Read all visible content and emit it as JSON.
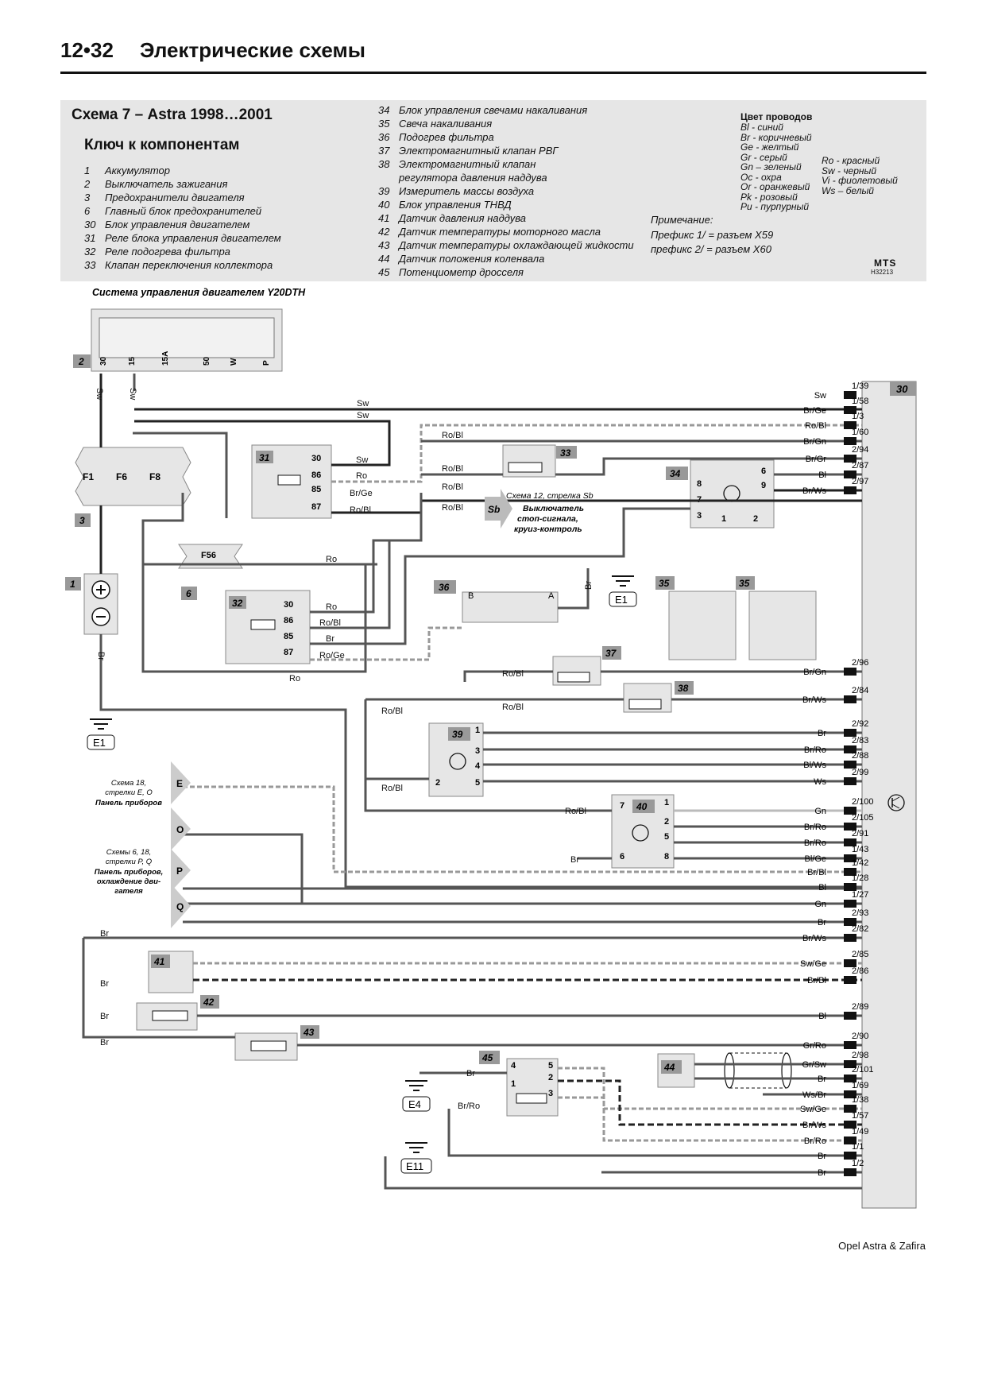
{
  "header": {
    "page_number": "12•32",
    "title": "Электрические схемы"
  },
  "key": {
    "scheme_title": "Схема 7 – Astra 1998…2001",
    "key_title": "Ключ к компонентам",
    "components_left": [
      {
        "num": "1",
        "label": "Аккумулятор"
      },
      {
        "num": "2",
        "label": "Выключатель зажигания"
      },
      {
        "num": "3",
        "label": "Предохранители двигателя"
      },
      {
        "num": "6",
        "label": "Главный блок предохранителей"
      },
      {
        "num": "30",
        "label": "Блок управления двигателем"
      },
      {
        "num": "31",
        "label": "Реле блока управления двигателем"
      },
      {
        "num": "32",
        "label": "Реле подогрева фильтра"
      },
      {
        "num": "33",
        "label": "Клапан переключения коллектора"
      }
    ],
    "components_right": [
      {
        "num": "34",
        "label": "Блок управления свечами накаливания"
      },
      {
        "num": "35",
        "label": "Свеча накаливания"
      },
      {
        "num": "36",
        "label": "Подогрев фильтра"
      },
      {
        "num": "37",
        "label": "Электромагнитный клапан РВГ"
      },
      {
        "num": "38",
        "label": "Электромагнитный клапан"
      },
      {
        "num": "",
        "label": "регулятора давления наддува"
      },
      {
        "num": "39",
        "label": "Измеритель массы воздуха"
      },
      {
        "num": "40",
        "label": "Блок управления ТНВД"
      },
      {
        "num": "41",
        "label": "Датчик давления наддува"
      },
      {
        "num": "42",
        "label": "Датчик температуры моторного масла"
      },
      {
        "num": "43",
        "label": "Датчик температуры охлаждающей жидкости"
      },
      {
        "num": "44",
        "label": "Датчик положения коленвала"
      },
      {
        "num": "45",
        "label": "Потенциометр дросселя"
      }
    ],
    "wire_colors_title": "Цвет проводов",
    "wire_colors_1": [
      "Bl - синий",
      "Br - коричневый",
      "Ge - желтый",
      "Gr - серый",
      "Gn – зеленый",
      "Oc - охра",
      "Or - оранжевый",
      "Pk - розовый",
      "Pu - пурпурный"
    ],
    "wire_colors_2": [
      "Ro - красный",
      "Sw - черный",
      "Vi - фиолетовый",
      "Ws – белый"
    ],
    "note_title": "Примечание:",
    "notes": [
      "Префикс 1/ = разъем X59",
      "префикс 2/ = разъем X60"
    ],
    "logo": "MTS",
    "logo_code": "H32213"
  },
  "diagram": {
    "system_title": "Система управления двигателем Y20DTH",
    "ecu_label": "30",
    "ignition_terminals": [
      "30",
      "15",
      "15A",
      "50",
      "W",
      "P"
    ],
    "ignition_wire_labels": [
      "Sw",
      "Sw"
    ],
    "fuses": [
      "F1",
      "F6",
      "F8"
    ],
    "fuse_f56": "F56",
    "ground_labels": [
      "E1",
      "E1",
      "E4",
      "E11"
    ],
    "component_tags": [
      "2",
      "3",
      "1",
      "6",
      "31",
      "32",
      "33",
      "34",
      "35",
      "35",
      "36",
      "37",
      "38",
      "39",
      "40",
      "41",
      "42",
      "43",
      "44",
      "45"
    ],
    "relay31_pins": [
      "30",
      "86",
      "85",
      "87"
    ],
    "relay32_pins": [
      "30",
      "86",
      "85",
      "87"
    ],
    "comp34_pins": [
      "8",
      "7",
      "3",
      "6",
      "9",
      "1",
      "2"
    ],
    "comp39_pins": [
      "1",
      "3",
      "4",
      "5",
      "2"
    ],
    "comp40_pins": [
      "7",
      "6",
      "1",
      "2",
      "5",
      "8"
    ],
    "comp45_pins": [
      "4",
      "1",
      "5",
      "2",
      "3"
    ],
    "pin_letters": [
      "A",
      "B"
    ],
    "ecu_pins": [
      {
        "pin": "1/39",
        "wire": "Sw"
      },
      {
        "pin": "1/58",
        "wire": "Br/Ge"
      },
      {
        "pin": "1/3",
        "wire": "Ro/Bl"
      },
      {
        "pin": "1/60",
        "wire": "Br/Gn"
      },
      {
        "pin": "2/94",
        "wire": "Br/Gr"
      },
      {
        "pin": "2/87",
        "wire": "Bl"
      },
      {
        "pin": "2/97",
        "wire": "Br/Ws"
      },
      {
        "pin": "2/96",
        "wire": "Br/Gn"
      },
      {
        "pin": "2/84",
        "wire": "Br/Ws"
      },
      {
        "pin": "2/92",
        "wire": "Br"
      },
      {
        "pin": "2/83",
        "wire": "Br/Ro"
      },
      {
        "pin": "2/88",
        "wire": "Bl/Ws"
      },
      {
        "pin": "2/99",
        "wire": "Ws"
      },
      {
        "pin": "2/100",
        "wire": "Gn"
      },
      {
        "pin": "2/105",
        "wire": "Br/Ro"
      },
      {
        "pin": "2/91",
        "wire": "Br/Ro"
      },
      {
        "pin": "1/43",
        "wire": "Bl/Ge"
      },
      {
        "pin": "1/42",
        "wire": "Br/Bl"
      },
      {
        "pin": "1/28",
        "wire": "Bl"
      },
      {
        "pin": "1/27",
        "wire": "Gn"
      },
      {
        "pin": "2/93",
        "wire": "Br"
      },
      {
        "pin": "2/82",
        "wire": "Br/Ws"
      },
      {
        "pin": "2/85",
        "wire": "Sw/Ge"
      },
      {
        "pin": "2/86",
        "wire": "Br/Bl"
      },
      {
        "pin": "2/89",
        "wire": "Bl"
      },
      {
        "pin": "2/90",
        "wire": "Gr/Ro"
      },
      {
        "pin": "2/98",
        "wire": "Gr/Sw"
      },
      {
        "pin": "2/101",
        "wire": "Br"
      },
      {
        "pin": "1/69",
        "wire": "Ws/Br"
      },
      {
        "pin": "1/38",
        "wire": "Sw/Ge"
      },
      {
        "pin": "1/57",
        "wire": "Br/Ws"
      },
      {
        "pin": "1/49",
        "wire": "Br/Ro"
      },
      {
        "pin": "1/1",
        "wire": "Br"
      },
      {
        "pin": "1/2",
        "wire": "Br"
      }
    ],
    "wire_labels_misc": [
      "Sw",
      "Sw",
      "Ro/Bl",
      "Ro/Bl",
      "Ro/Bl",
      "Ro/Bl",
      "Sw",
      "Ro",
      "Br/Ge",
      "Ro/Bl",
      "Ro",
      "Ro",
      "Ro/Bl",
      "Br",
      "Ro/Ge",
      "Ro",
      "Br",
      "Ro/Bl",
      "Ro/Bl",
      "Ro/Bl",
      "Ro/Bl",
      "Ro/Bl",
      "Br",
      "Br",
      "Br",
      "Br",
      "Br",
      "Br",
      "Br/Ro",
      "Sw",
      "Br"
    ],
    "sb_ref": {
      "scheme": "Схема 12, стрелка Sb",
      "arrow": "Sb",
      "lines": [
        "Выключатель",
        "стоп-сигнала,",
        "круиз-контроль"
      ]
    },
    "ref1": {
      "lines": [
        "Схема 18,",
        "стрелки E, O"
      ],
      "bold": "Панель приборов"
    },
    "ref2": {
      "lines": [
        "Схемы 6, 18,",
        "стрелки P, Q"
      ],
      "bold": [
        "Панель приборов,",
        "охлаждение дви-",
        "гателя"
      ]
    },
    "arrows": [
      "E",
      "O",
      "P",
      "Q"
    ]
  },
  "footer": "Opel Astra & Zafira"
}
